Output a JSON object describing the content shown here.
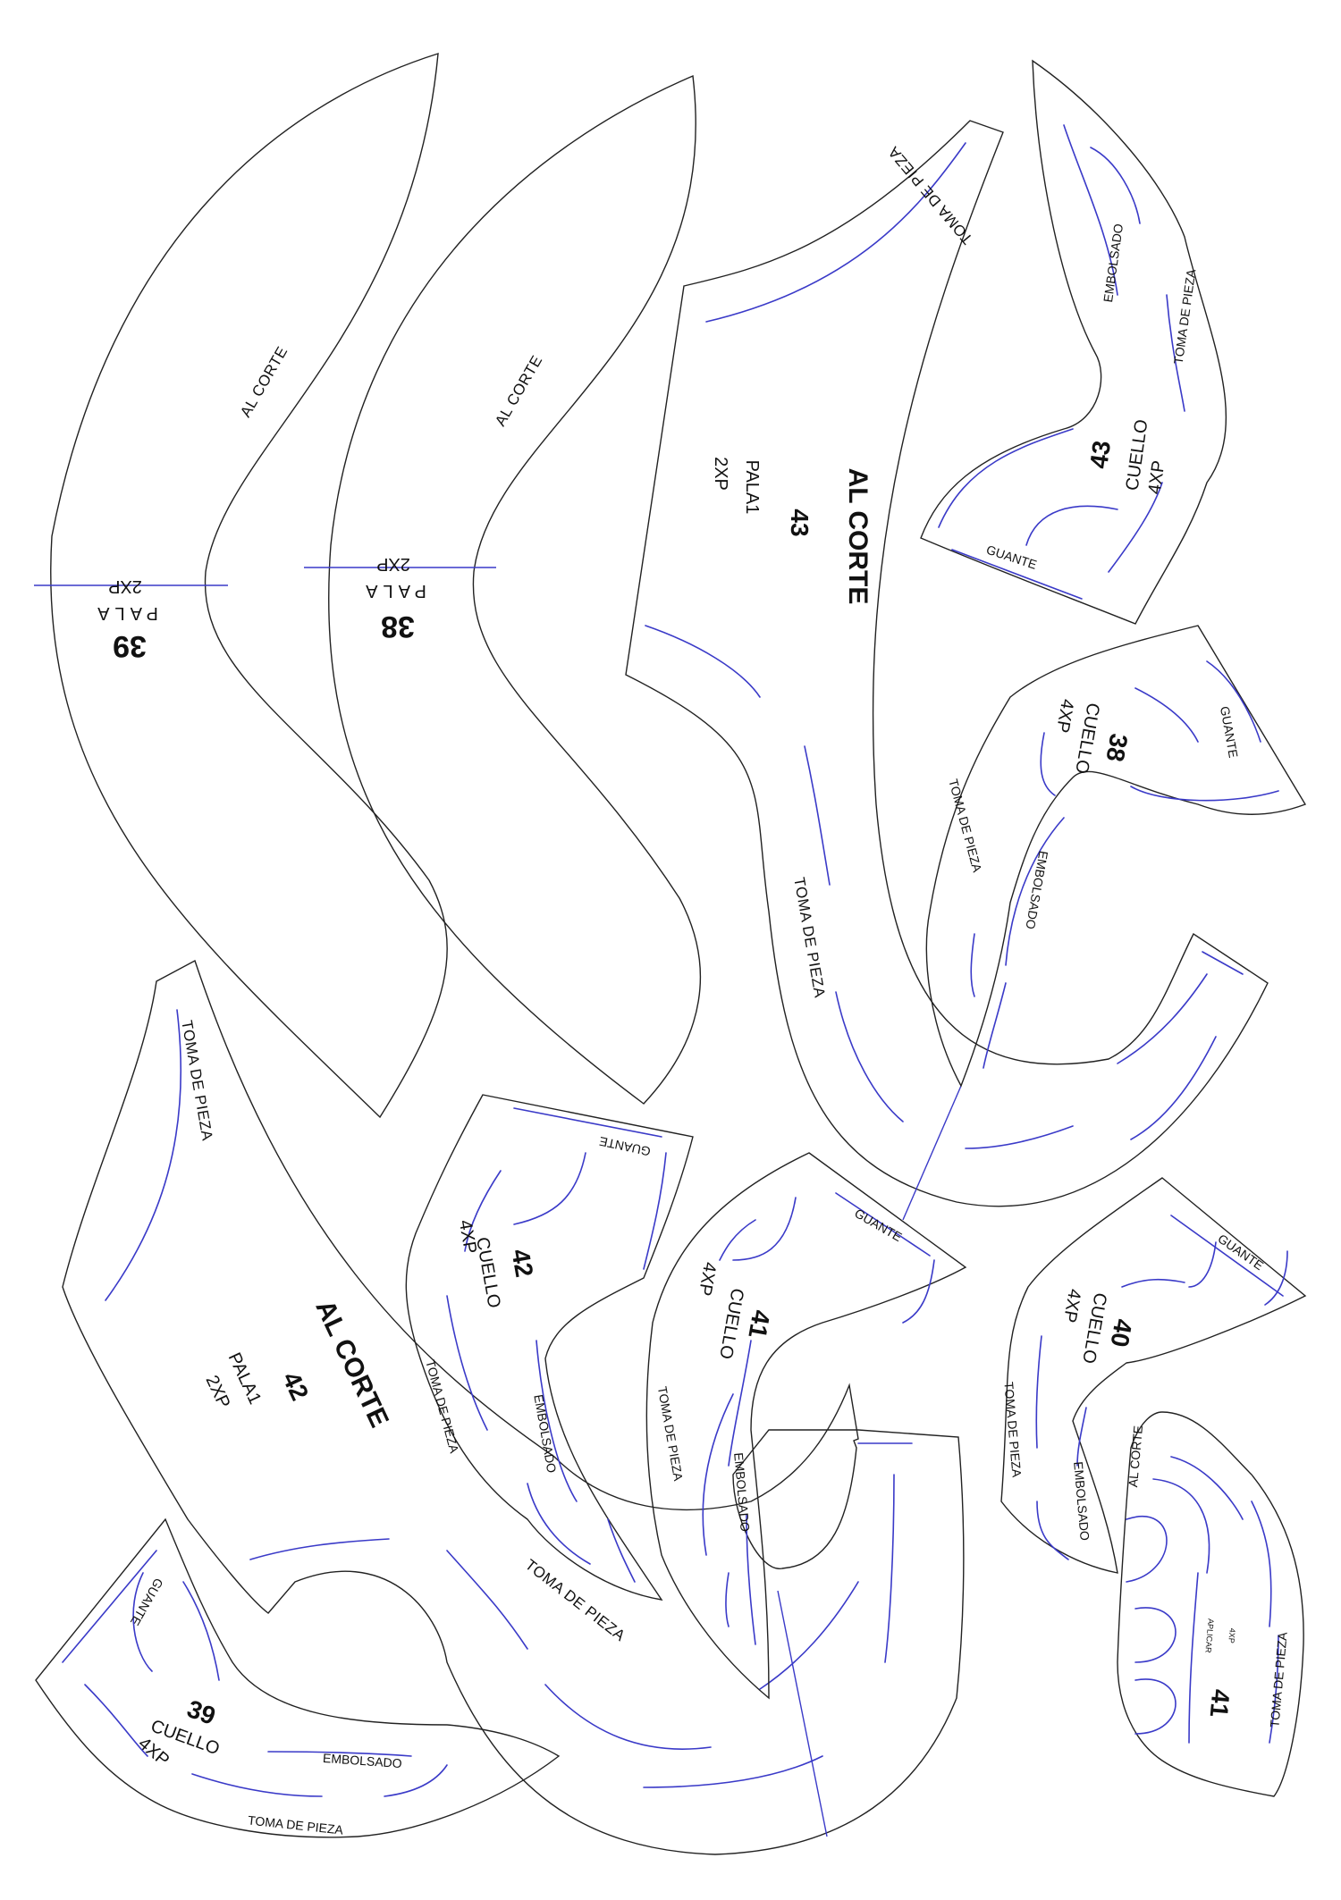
{
  "labels": {
    "al_corte": "AL CORTE",
    "toma_de_pieza": "TOMA DE PIEZA",
    "embolsado": "EMBOLSADO",
    "guante": "GUANTE",
    "cuello": "CUELLO",
    "pala": "PALA",
    "pala1": "PALA1",
    "qty_2xp": "2XP",
    "qty_4xp": "4XP",
    "aplicar": "APLICAR",
    "qty_4xp_small": "4XP"
  },
  "pieces": {
    "pala_39": {
      "number": "39",
      "kind": "PALA",
      "qty": "2XP",
      "note": "AL CORTE"
    },
    "pala_38": {
      "number": "38",
      "kind": "PALA",
      "qty": "2XP",
      "note": "AL CORTE"
    },
    "pala1_43": {
      "number": "43",
      "kind": "PALA1",
      "qty": "2XP",
      "note": "AL CORTE"
    },
    "pala1_42": {
      "number": "42",
      "kind": "PALA1",
      "qty": "2XP",
      "note": "AL CORTE"
    },
    "cuello_43": {
      "number": "43",
      "kind": "CUELLO",
      "qty": "4XP"
    },
    "cuello_38": {
      "number": "38",
      "kind": "CUELLO",
      "qty": "4XP"
    },
    "cuello_42": {
      "number": "42",
      "kind": "CUELLO",
      "qty": "4XP"
    },
    "cuello_41": {
      "number": "41",
      "kind": "CUELLO",
      "qty": "4XP"
    },
    "cuello_40": {
      "number": "40",
      "kind": "CUELLO",
      "qty": "4XP"
    },
    "cuello_39": {
      "number": "39",
      "kind": "CUELLO",
      "qty": "4XP"
    },
    "aplicar_41": {
      "number": "41",
      "kind": "APLICAR",
      "qty": "4XP",
      "note": "AL CORTE"
    }
  },
  "colors": {
    "outline": "#222222",
    "stitch": "#3a3ac8",
    "background": "#ffffff"
  }
}
